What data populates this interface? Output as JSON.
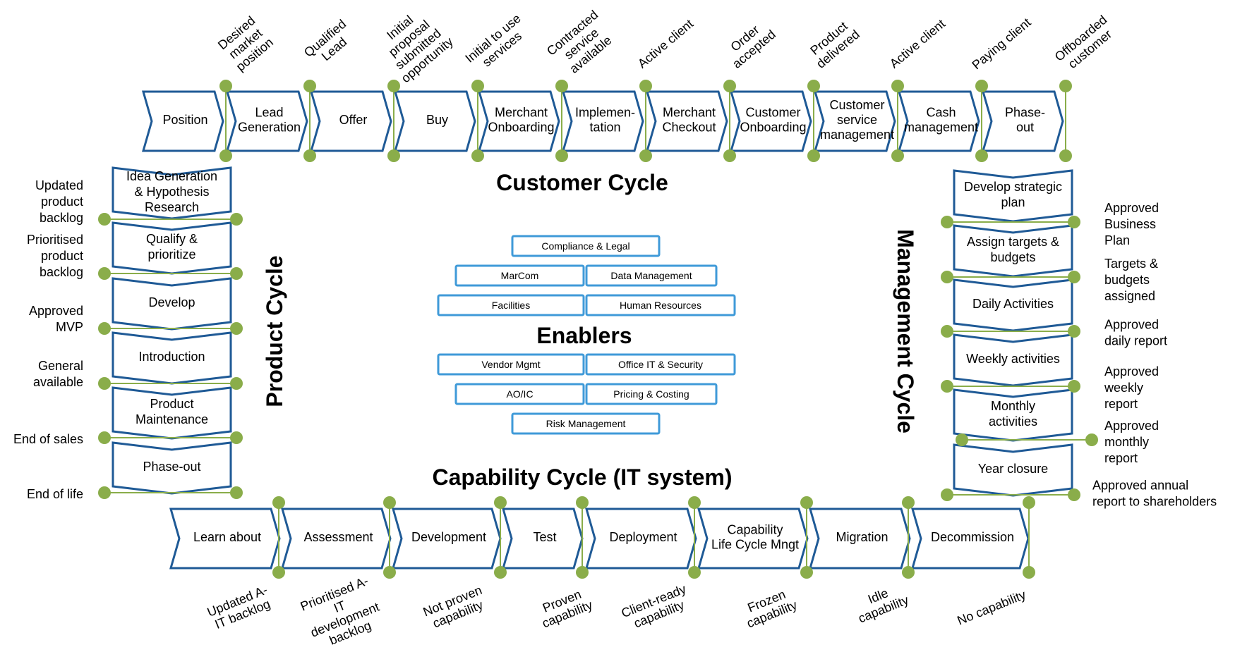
{
  "customer_cycle": {
    "title": "Customer Cycle",
    "steps": [
      "Position",
      "Lead\nGeneration",
      "Offer",
      "Buy",
      "Merchant\nOnboarding",
      "Implemen-\ntation",
      "Merchant\nCheckout",
      "Customer\nOnboarding",
      "Customer\nservice\nmanagement",
      "Cash\nmanagement",
      "Phase-\nout"
    ],
    "states": [
      "Desired\nmarket\nposition",
      "Qualified\nLead",
      "Initial\nproposal\nsubmitted\nopportunity",
      "Initial to use\nservices",
      "Contracted\nservice\navailable",
      "Active client",
      "Order\naccepted",
      "Product\ndelivered",
      "Active client",
      "Paying client",
      "Offboarded\ncustomer"
    ]
  },
  "product_cycle": {
    "title": "Product Cycle",
    "steps": [
      "Idea Generation\n& Hypothesis\nResearch",
      "Qualify &\nprioritize",
      "Develop",
      "Introduction",
      "Product\nMaintenance",
      "Phase-out"
    ],
    "states": [
      "Updated\nproduct\nbacklog",
      "Prioritised\nproduct\nbacklog",
      "Approved\nMVP",
      "General\navailable",
      "End of sales",
      "End of life"
    ]
  },
  "management_cycle": {
    "title": "Management Cycle",
    "steps": [
      "Develop strategic\nplan",
      "Assign targets &\nbudgets",
      "Daily Activities",
      "Weekly activities",
      "Monthly\nactivities",
      "Year closure"
    ],
    "states": [
      "Approved\nBusiness\nPlan",
      "Targets &\nbudgets\nassigned",
      "Approved\ndaily report",
      "Approved\nweekly\nreport",
      "Approved\nmonthly\nreport",
      "Approved annual\nreport to shareholders"
    ]
  },
  "capability_cycle": {
    "title": "Capability Cycle (IT system)",
    "steps": [
      "Learn about",
      "Assessment",
      "Development",
      "Test",
      "Deployment",
      "Capability\nLife Cycle Mngt",
      "Migration",
      "Decommission"
    ],
    "states": [
      "Updated A-\nIT backlog",
      "Prioritised A-\nIT\ndevelopment\nbacklog",
      "Not proven\ncapability",
      "Proven\ncapability",
      "Client-ready\ncapability",
      "Frozen\ncapability",
      "Idle\ncapability",
      "No capability"
    ]
  },
  "enablers": {
    "title": "Enablers",
    "items": [
      "Compliance & Legal",
      "MarCom",
      "Data Management",
      "Facilities",
      "Human Resources",
      "Vendor Mgmt",
      "Office IT & Security",
      "AO/IC",
      "Pricing & Costing",
      "Risk Management"
    ]
  },
  "colors": {
    "box_border": "#1f5a96",
    "connector": "#8aad4a",
    "enabler_border": "#3f9ad8"
  }
}
